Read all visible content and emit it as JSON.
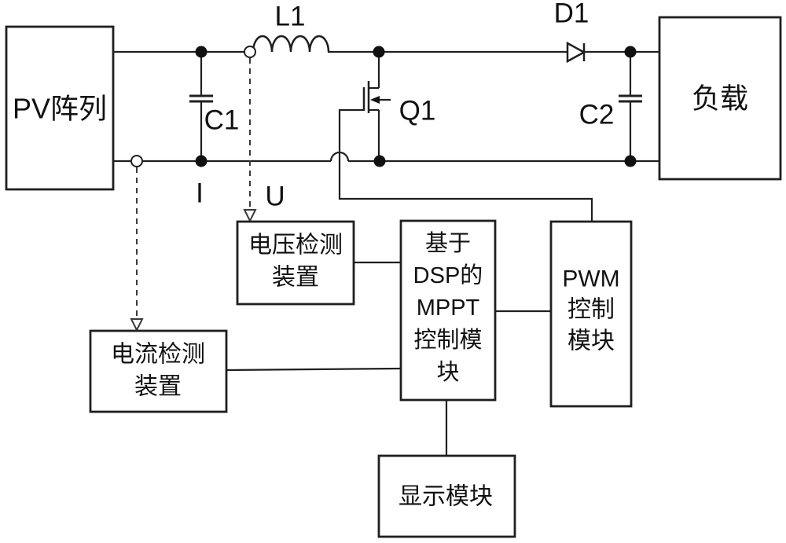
{
  "figure": {
    "background_color": "#ffffff",
    "line_color": "#1f1f1f",
    "text_color": "#111111",
    "labels": {
      "pv_array": "PV阵列",
      "load": "负载",
      "inductor": "L1",
      "diode": "D1",
      "input_capacitor": "C1",
      "output_capacitor": "C2",
      "mosfet": "Q1",
      "current_probe": "I",
      "voltage_probe": "U"
    },
    "blocks": {
      "voltage_detection": {
        "line1": "电压检测",
        "line2": "装置"
      },
      "current_detection": {
        "line1": "电流检测",
        "line2": "装置"
      },
      "mppt_controller": {
        "line1": "基于",
        "line2": "DSP的",
        "line3": "MPPT",
        "line4": "控制模",
        "line5": "块"
      },
      "pwm_controller": {
        "line1": "PWM",
        "line2": "控制",
        "line3": "模块"
      },
      "display_module": {
        "line1": "显示模块"
      }
    }
  }
}
